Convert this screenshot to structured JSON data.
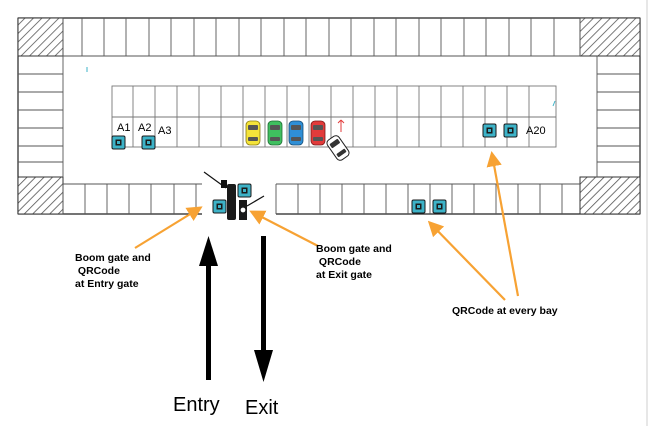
{
  "bay_labels": {
    "a1": "A1",
    "a2": "A2",
    "a3": "A3",
    "a20": "A20"
  },
  "callouts": {
    "entry_gate": {
      "line1": "Boom gate and",
      "line2": " QRCode",
      "line3": "at Entry gate"
    },
    "exit_gate": {
      "line1": "Boom gate and",
      "line2": " QRCode",
      "line3": "at Exit gate"
    },
    "every_bay": "QRCode at every bay"
  },
  "flow": {
    "entry": "Entry",
    "exit": "Exit"
  },
  "colors": {
    "arrow_orange": "#f7a233",
    "qr_teal": "#3db3c8",
    "car_yellow": "#f4e33a",
    "car_green": "#3fbf5f",
    "car_blue": "#2f8fd6",
    "car_red": "#e23b3b"
  }
}
